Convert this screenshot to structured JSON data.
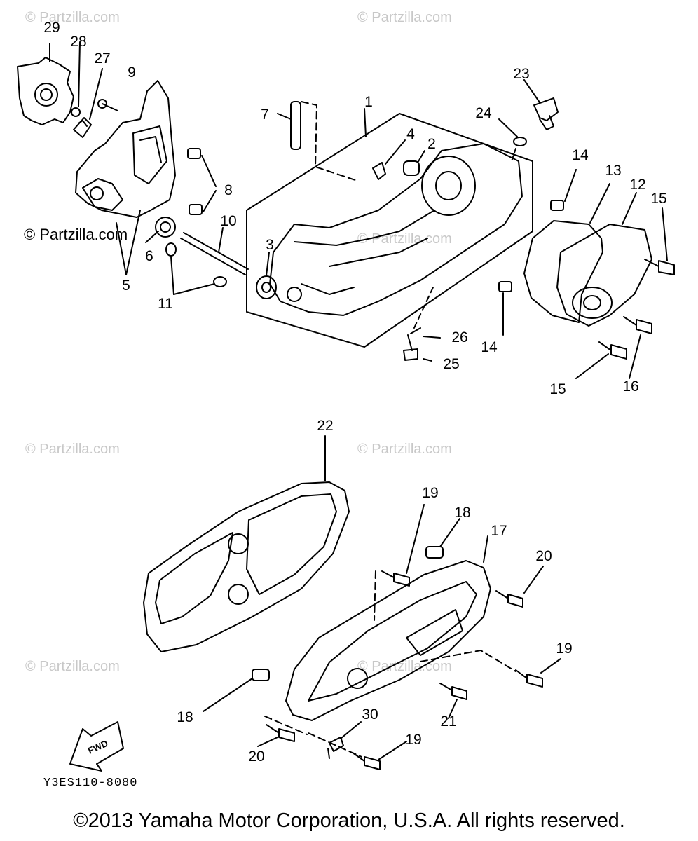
{
  "callouts": [
    {
      "id": "c1",
      "text": "1"
    },
    {
      "id": "c2",
      "text": "2"
    },
    {
      "id": "c3",
      "text": "3"
    },
    {
      "id": "c4",
      "text": "4"
    },
    {
      "id": "c5",
      "text": "5"
    },
    {
      "id": "c6",
      "text": "6"
    },
    {
      "id": "c7",
      "text": "7"
    },
    {
      "id": "c8",
      "text": "8"
    },
    {
      "id": "c9",
      "text": "9"
    },
    {
      "id": "c10",
      "text": "10"
    },
    {
      "id": "c11",
      "text": "11"
    },
    {
      "id": "c12",
      "text": "12"
    },
    {
      "id": "c13",
      "text": "13"
    },
    {
      "id": "c14a",
      "text": "14"
    },
    {
      "id": "c14b",
      "text": "14"
    },
    {
      "id": "c15a",
      "text": "15"
    },
    {
      "id": "c15b",
      "text": "15"
    },
    {
      "id": "c16",
      "text": "16"
    },
    {
      "id": "c17",
      "text": "17"
    },
    {
      "id": "c18a",
      "text": "18"
    },
    {
      "id": "c18b",
      "text": "18"
    },
    {
      "id": "c19a",
      "text": "19"
    },
    {
      "id": "c19b",
      "text": "19"
    },
    {
      "id": "c19c",
      "text": "19"
    },
    {
      "id": "c20a",
      "text": "20"
    },
    {
      "id": "c20b",
      "text": "20"
    },
    {
      "id": "c21",
      "text": "21"
    },
    {
      "id": "c22",
      "text": "22"
    },
    {
      "id": "c23",
      "text": "23"
    },
    {
      "id": "c24",
      "text": "24"
    },
    {
      "id": "c25",
      "text": "25"
    },
    {
      "id": "c26",
      "text": "26"
    },
    {
      "id": "c27",
      "text": "27"
    },
    {
      "id": "c28",
      "text": "28"
    },
    {
      "id": "c29",
      "text": "29"
    },
    {
      "id": "c30",
      "text": "30"
    }
  ],
  "watermark": "© Partzilla.com",
  "watermark_strong": "© Partzilla.com",
  "fwd_label": "FWD",
  "diagram_code": "Y3ES110-8080",
  "copyright": "©2013 Yamaha Motor Corporation, U.S.A. All rights reserved."
}
